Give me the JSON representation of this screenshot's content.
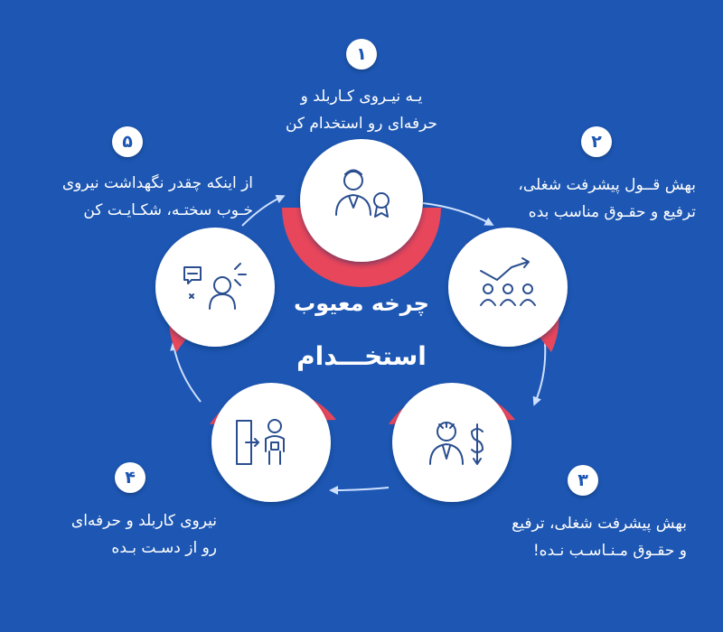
{
  "title": {
    "line1": "چرخه معیوب",
    "line2": "استخـــدام"
  },
  "steps": [
    {
      "number": "۱",
      "line1": "یـه  نیـروی  کـاربلد  و",
      "line2": "حرفه‌ای رو استخدام کن",
      "icon": "employee-award-icon"
    },
    {
      "number": "۲",
      "line1": "بهش قــول پیشرفت شغلی،",
      "line2": "ترفیع و حقـوق مناسب بده",
      "icon": "career-growth-chart-icon"
    },
    {
      "number": "۳",
      "line1": "بهش پیشرفت شغلی، ترفیع",
      "line2": "و حقـوق مـنـاسـب نـده!",
      "icon": "stressed-employee-salary-icon"
    },
    {
      "number": "۴",
      "line1": "نیروی کاربلد و حرفه‌ای",
      "line2": "رو  از  دسـت  بـده",
      "icon": "employee-leaving-door-icon"
    },
    {
      "number": "۵",
      "line1": "از اینکه چقدر نگهداشت نیروی",
      "line2": "خـوب سختـه، شکـایـت کن",
      "icon": "complaining-person-icon"
    }
  ],
  "colors": {
    "background": "#1d57b3",
    "accent": "#e8465a",
    "circle": "#ffffff",
    "icon": "#2a4e8f",
    "arrow": "#cfe0ff"
  }
}
